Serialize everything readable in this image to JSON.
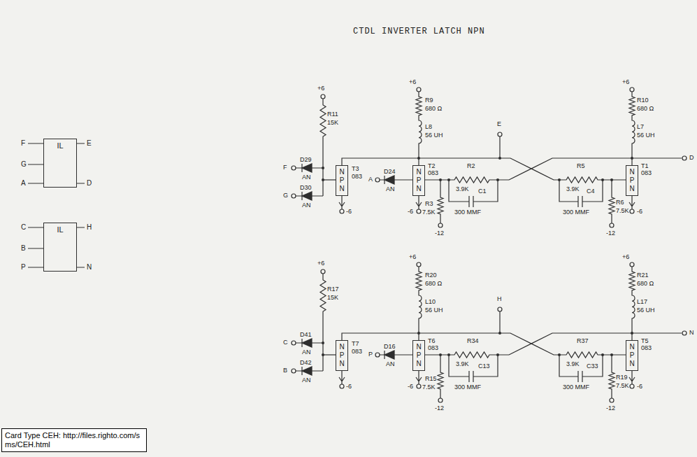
{
  "diagram": {
    "title": "CTDL INVERTER LATCH NPN",
    "caption": "Card Type CEH: http://files.righto.com/sms/CEH.html",
    "nodes": [
      {
        "text": [
          "IL"
        ]
      },
      {
        "text": [
          "IL"
        ]
      },
      {
        "text": [
          "N",
          "P",
          "N"
        ]
      },
      {
        "text": [
          "N",
          "P",
          "N"
        ]
      },
      {
        "text": [
          "N",
          "P",
          "N"
        ]
      },
      {
        "text": [
          "N",
          "P",
          "N"
        ]
      },
      {
        "text": [
          "N",
          "P",
          "N"
        ]
      },
      {
        "text": [
          "N",
          "P",
          "N"
        ]
      }
    ],
    "edges": [
      {
        "from": 2,
        "to": 3,
        "arrow": "none"
      },
      {
        "from": 5,
        "to": 6,
        "arrow": "none"
      }
    ],
    "labels": [
      "F",
      "G",
      "A",
      "E",
      "D",
      "C",
      "B",
      "P",
      "H",
      "N",
      "+6",
      "R11",
      "15K",
      "F",
      "D29",
      "AN",
      "G",
      "D30",
      "AN",
      "T3",
      "083",
      "-6",
      "A",
      "D24",
      "AN",
      "T2",
      "083",
      "-6",
      "+6",
      "R9",
      "680 Ω",
      "L8",
      "56 UH",
      "R3",
      "7.5K",
      "-12",
      "R2",
      "3.9K",
      "C1",
      "300 MMF",
      "E",
      "R5",
      "3.9K",
      "C4",
      "300 MMF",
      "R6",
      "7.5K",
      "-12",
      "T1",
      "083",
      "-6",
      "+6",
      "R10",
      "680 Ω",
      "L7",
      "56 UH",
      "D",
      "+6",
      "R17",
      "15K",
      "C",
      "D41",
      "AN",
      "B",
      "D42",
      "AN",
      "T7",
      "083",
      "-6",
      "P",
      "D16",
      "AN",
      "T6",
      "083",
      "-6",
      "+6",
      "R20",
      "680 Ω",
      "L10",
      "56 UH",
      "R15",
      "7.5K",
      "-12",
      "R34",
      "3.9K",
      "C13",
      "300 MMF",
      "H",
      "R37",
      "3.9K",
      "C33",
      "300 MMF",
      "R19",
      "7.5K",
      "-12",
      "T5",
      "083",
      "-6",
      "+6",
      "R21",
      "680 Ω",
      "L17",
      "56 UH",
      "N"
    ]
  }
}
